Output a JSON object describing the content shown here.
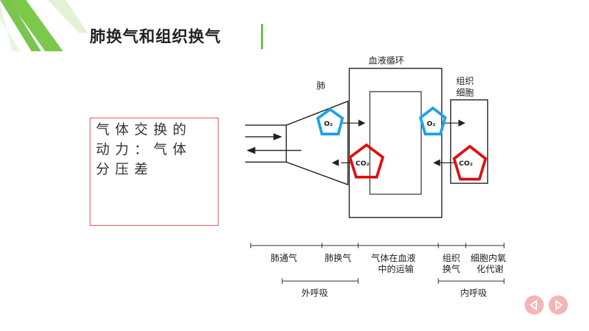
{
  "title": "肺换气和组织换气",
  "textbox": {
    "lines": [
      "气体交换的",
      "动力：气体",
      "分压差"
    ]
  },
  "diagram": {
    "lung_label": "肺",
    "blood_label": "血液循环",
    "tissue_label_1": "组织",
    "tissue_label_2": "细胞",
    "o2_label": "O₂",
    "co2_label": "CO₂",
    "stages": [
      {
        "line1": "肺通气",
        "line2": ""
      },
      {
        "line1": "肺换气",
        "line2": ""
      },
      {
        "line1": "气体在血液",
        "line2": "中的运输"
      },
      {
        "line1": "组织",
        "line2": "换气"
      },
      {
        "line1": "细胞内氧",
        "line2": "化代谢"
      }
    ],
    "external_respiration": "外呼吸",
    "internal_respiration": "内呼吸"
  },
  "colors": {
    "accent_green": "#6abf3c",
    "pentagon_blue": "#1aa3e8",
    "pentagon_red": "#e01010",
    "nav_pink": "#f4b6b4"
  },
  "icons": {
    "prev": "triangle-left-icon",
    "next": "triangle-right-icon"
  }
}
